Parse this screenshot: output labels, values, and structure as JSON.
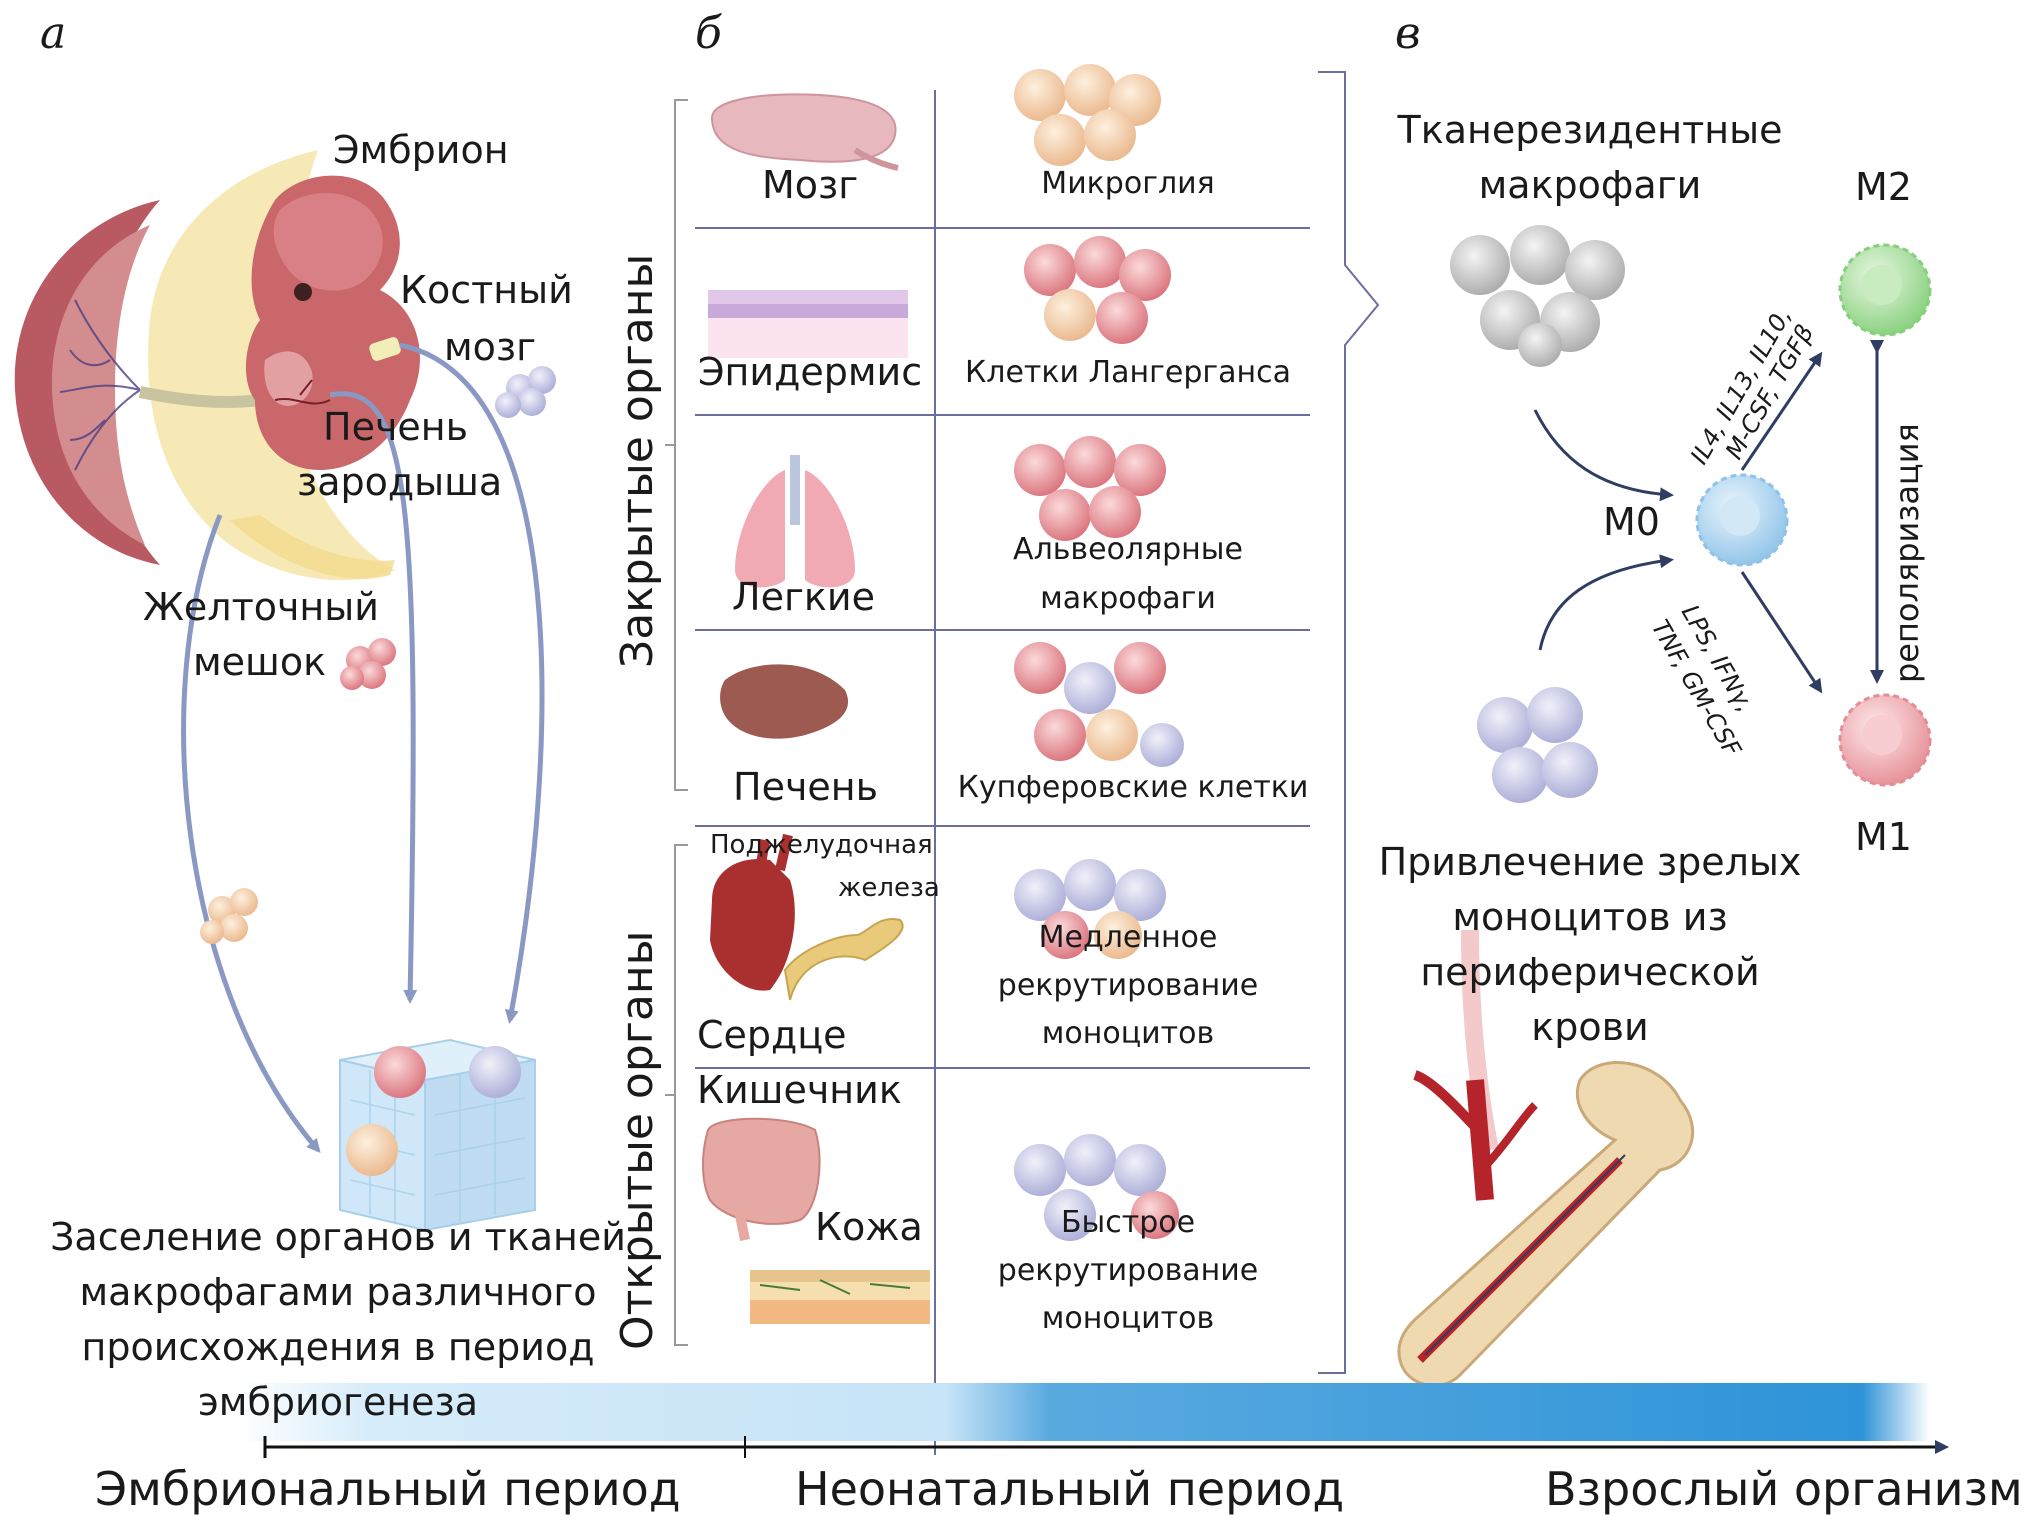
{
  "panels": {
    "a": "а",
    "b": "б",
    "c": "в"
  },
  "panel_a": {
    "embryo": "Эмбрион",
    "bone_marrow_1": "Костный",
    "bone_marrow_2": "мозг",
    "fetal_liver_1": "Печень",
    "fetal_liver_2": "зародыша",
    "yolk_sac_1": "Желточный",
    "yolk_sac_2": "мешок",
    "caption_1": "Заселение органов и тканей",
    "caption_2": "макрофагами различного",
    "caption_3": "происхождения в период",
    "caption_4": "эмбриогенеза"
  },
  "panel_b": {
    "closed_organs": "Закрытые органы",
    "open_organs": "Открытые органы",
    "rows": [
      {
        "organ": "Мозг",
        "cells": [
          "Микроглия"
        ]
      },
      {
        "organ": "Эпидермис",
        "cells": [
          "Клетки Лангерганса"
        ]
      },
      {
        "organ": "Легкие",
        "cells": [
          "Альвеолярные",
          "макрофаги"
        ]
      },
      {
        "organ": "Печень",
        "cells": [
          "Купферовские клетки"
        ]
      },
      {
        "organ": "Сердце",
        "cells": [
          "Медленное",
          "рекрутирование",
          "моноцитов"
        ]
      },
      {
        "organ": "Кишечник",
        "cells": [
          "Быстрое",
          "рекрутирование",
          "моноцитов"
        ]
      }
    ],
    "pancreas_1": "Поджелудочная",
    "pancreas_2": "железа",
    "skin": "Кожа"
  },
  "panel_c": {
    "resident_1": "Тканерезидентные",
    "resident_2": "макрофаги",
    "m0": "M0",
    "m1": "M1",
    "m2": "M2",
    "m2_factors_1": "IL4, IL13, IL10,",
    "m2_factors_2": "M-CSF, TGFβ",
    "m1_factors_1": "LPS, IFNγ,",
    "m1_factors_2": "TNF, GM-CSF",
    "repolarization": "реполяризация",
    "recruit_1": "Привлечение зрелых",
    "recruit_2": "моноцитов из",
    "recruit_3": "периферической",
    "recruit_4": "крови"
  },
  "timeline": {
    "embryonic": "Эмбриональный период",
    "neonatal": "Неонатальный период",
    "adult": "Взрослый организм"
  },
  "colors": {
    "divider": "#6a6f9e",
    "arrow": "#8a98c4",
    "dark_arrow": "#2f3d63",
    "gradient_start": "#d6ecfa",
    "gradient_end": "#2e93d8",
    "embryo": "#c9676b",
    "yolk": "#f6e5a8",
    "m2_cell": "#a8dca0",
    "m0_cell": "#a9d1ee",
    "m1_cell": "#f0a8ad"
  }
}
